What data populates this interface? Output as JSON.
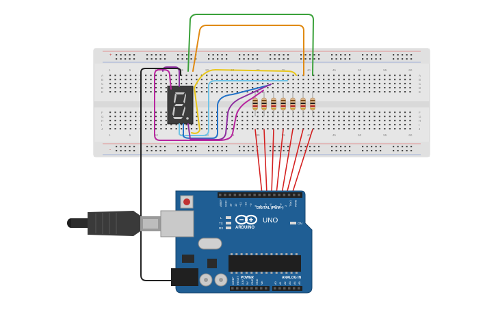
{
  "breadboard": {
    "col_numbers": [
      "1",
      "5",
      "10",
      "15",
      "20",
      "25",
      "30",
      "35",
      "40",
      "45",
      "50",
      "55",
      "60"
    ],
    "row_letters_top": [
      "A",
      "B",
      "C",
      "D",
      "E"
    ],
    "row_letters_bottom": [
      "F",
      "G",
      "H",
      "I",
      "J"
    ],
    "rail_plus": "+",
    "rail_minus": "-"
  },
  "display": {
    "digit": "8"
  },
  "arduino": {
    "brand": "ARDUINO",
    "model": "UNO",
    "digital_label": "DIGITAL (PWM~)",
    "power_label": "POWER",
    "analog_label": "ANALOG IN",
    "on_label": "ON",
    "l_label": "L",
    "tx_label": "TX",
    "rx_label": "RX",
    "digital_pins": [
      "AREF",
      "GND",
      "13",
      "12",
      "~11",
      "~10",
      "~9",
      "8",
      "7",
      "~6",
      "~5",
      "4",
      "~3",
      "2",
      "TX▸1",
      "RX◂0"
    ],
    "power_pins": [
      "IOREF",
      "RESET",
      "3.3V",
      "5V",
      "GND",
      "GND",
      "Vin"
    ],
    "analog_pins": [
      "A0",
      "A1",
      "A2",
      "A3",
      "A4",
      "A5"
    ]
  },
  "colors": {
    "breadboard": "#e6e6e6",
    "board": "#1f5e94",
    "wire_red": "#d42020",
    "wire_green": "#3aa13a",
    "wire_orange": "#e08a12",
    "wire_yellow": "#e8c619",
    "wire_purple": "#8d2fa0",
    "wire_magenta": "#b8259f",
    "wire_blue": "#2472c8",
    "wire_lightblue": "#6fc3e6",
    "wire_black": "#222222"
  }
}
